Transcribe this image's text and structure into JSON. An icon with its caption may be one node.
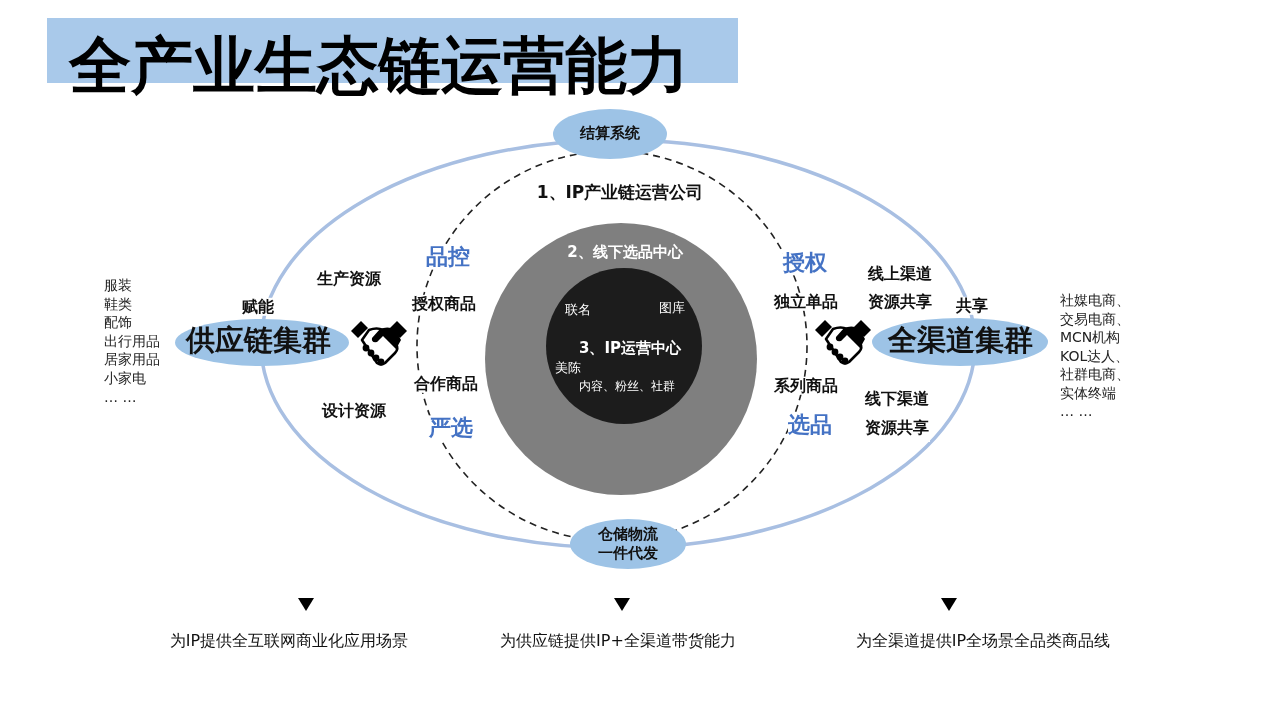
{
  "diagram": {
    "title": "全产业生态链运营能力",
    "nodes": [
      {
        "text": [],
        "shape": "ellipse"
      },
      {
        "text": [
          "结算系统"
        ]
      },
      {
        "text": [
          "1、IP产业链运营公司"
        ],
        "in": 0
      },
      {
        "text": [
          "2、线下选品中心"
        ],
        "in": 2
      },
      {
        "text": [
          "联名",
          "图库",
          "3、IP运营中心",
          "美陈",
          "内容、粉丝、社群"
        ],
        "in": 3
      },
      {
        "text": [
          "赋能",
          "供应链集群"
        ],
        "beside": [
          "服装",
          "鞋类",
          "配饰",
          "出行用品",
          "居家用品",
          "小家电",
          "… …"
        ]
      },
      {
        "text": [
          "共享",
          "全渠道集群"
        ],
        "beside": [
          "社媒电商、",
          "交易电商、",
          "MCN机构",
          "KOL达人、",
          "社群电商、",
          "实体终端",
          "… …"
        ]
      },
      {
        "text": [
          "仓储物流一件代发"
        ]
      }
    ],
    "labels": [
      "品控",
      "授权",
      "生产资源",
      "线上渠道资源共享",
      "授权商品",
      "独立单品",
      "合作商品",
      "系列商品",
      "设计资源",
      "线下渠道资源共享",
      "严选",
      "选品",
      "为IP提供全互联网商业化应用场景",
      "为供应链提供IP+全渠道带货能力",
      "为全渠道提供IP全场景全品类商品线"
    ]
  }
}
